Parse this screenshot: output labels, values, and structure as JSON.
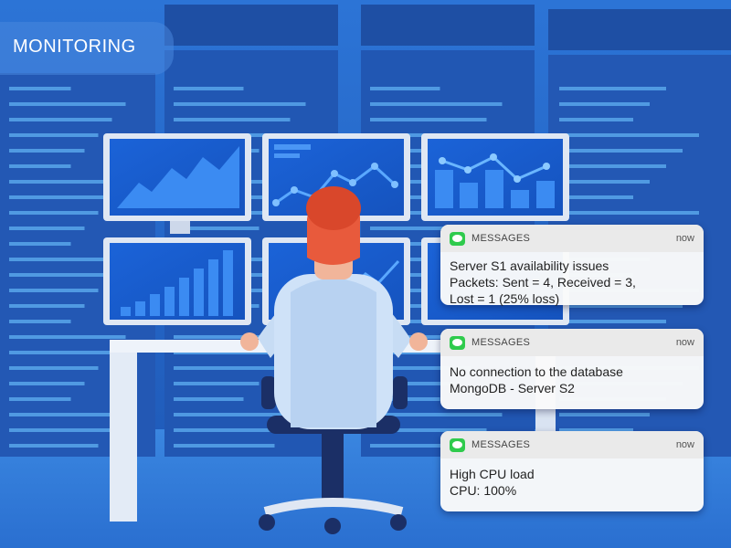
{
  "header": {
    "title": "MONITORING"
  },
  "colors": {
    "background": "#2566c9",
    "rack": "#1f4fa8",
    "screen": "#1e66d8",
    "accent": "#2fcb4d"
  },
  "notifications": [
    {
      "app": "MESSAGES",
      "time": "now",
      "icon": "messages-icon",
      "lines": [
        "Server S1 availability issues",
        "Packets: Sent = 4, Received = 3,",
        "Lost = 1 (25% loss)"
      ]
    },
    {
      "app": "MESSAGES",
      "time": "now",
      "icon": "messages-icon",
      "lines": [
        "No connection to the database",
        "MongoDB - Server S2"
      ]
    },
    {
      "app": "MESSAGES",
      "time": "now",
      "icon": "messages-icon",
      "lines": [
        "High CPU load",
        "CPU: 100%"
      ]
    }
  ]
}
